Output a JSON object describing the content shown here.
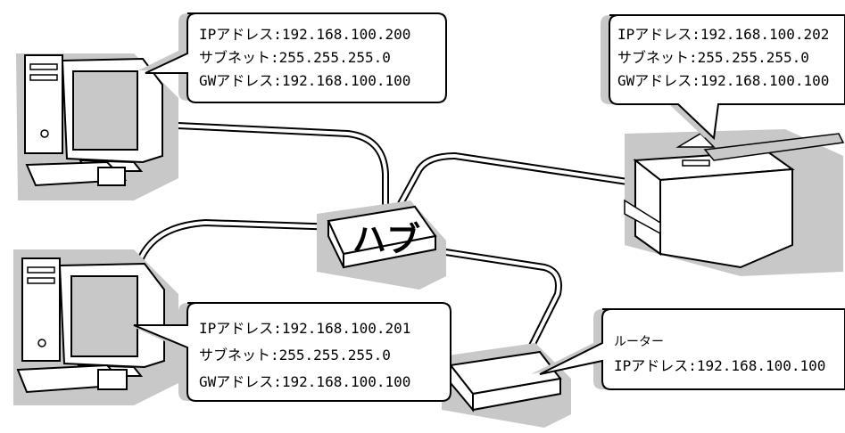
{
  "pc1": {
    "ip": "IPアドレス:192.168.100.200",
    "subnet": "サブネット:255.255.255.0",
    "gw": "GWアドレス:192.168.100.100"
  },
  "pc2": {
    "ip": "IPアドレス:192.168.100.201",
    "subnet": "サブネット:255.255.255.0",
    "gw": "GWアドレス:192.168.100.100"
  },
  "printer": {
    "ip": "IPアドレス:192.168.100.202",
    "subnet": "サブネット:255.255.255.0",
    "gw": "GWアドレス:192.168.100.100"
  },
  "router": {
    "name": "ルーター",
    "ip": "IPアドレス:192.168.100.100"
  },
  "hub": {
    "label": "ハブ"
  }
}
